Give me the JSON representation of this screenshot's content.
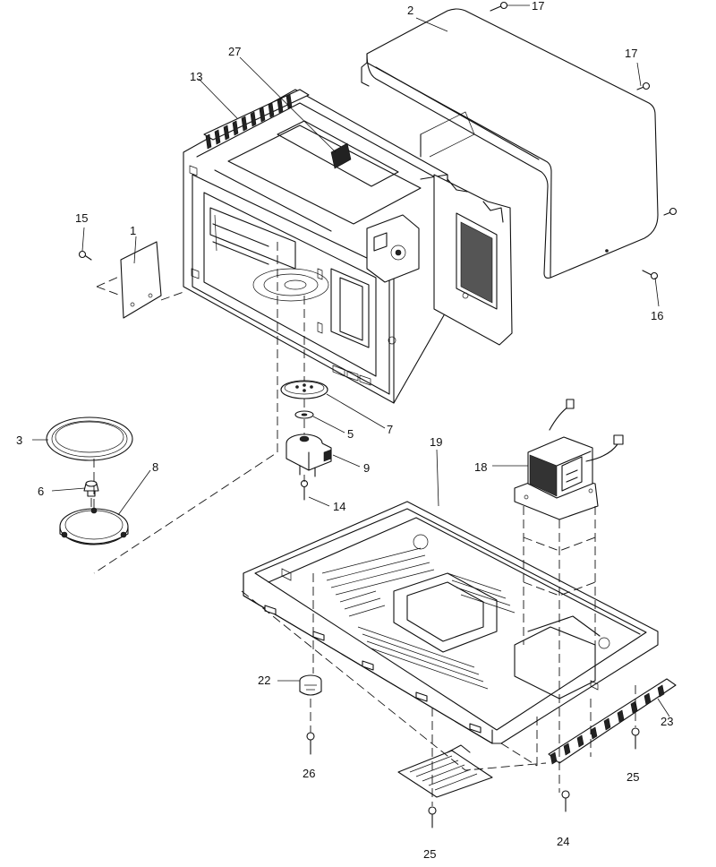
{
  "callouts": [
    {
      "id": "c1",
      "text": "1"
    },
    {
      "id": "c2",
      "text": "2"
    },
    {
      "id": "c3",
      "text": "3"
    },
    {
      "id": "c5",
      "text": "5"
    },
    {
      "id": "c6",
      "text": "6"
    },
    {
      "id": "c7",
      "text": "7"
    },
    {
      "id": "c8",
      "text": "8"
    },
    {
      "id": "c9",
      "text": "9"
    },
    {
      "id": "c13",
      "text": "13"
    },
    {
      "id": "c14",
      "text": "14"
    },
    {
      "id": "c15",
      "text": "15"
    },
    {
      "id": "c16",
      "text": "16"
    },
    {
      "id": "c17a",
      "text": "17"
    },
    {
      "id": "c17b",
      "text": "17"
    },
    {
      "id": "c18",
      "text": "18"
    },
    {
      "id": "c19",
      "text": "19"
    },
    {
      "id": "c22",
      "text": "22"
    },
    {
      "id": "c23",
      "text": "23"
    },
    {
      "id": "c24",
      "text": "24"
    },
    {
      "id": "c25a",
      "text": "25"
    },
    {
      "id": "c25b",
      "text": "25"
    },
    {
      "id": "c26",
      "text": "26"
    },
    {
      "id": "c27",
      "text": "27"
    }
  ]
}
